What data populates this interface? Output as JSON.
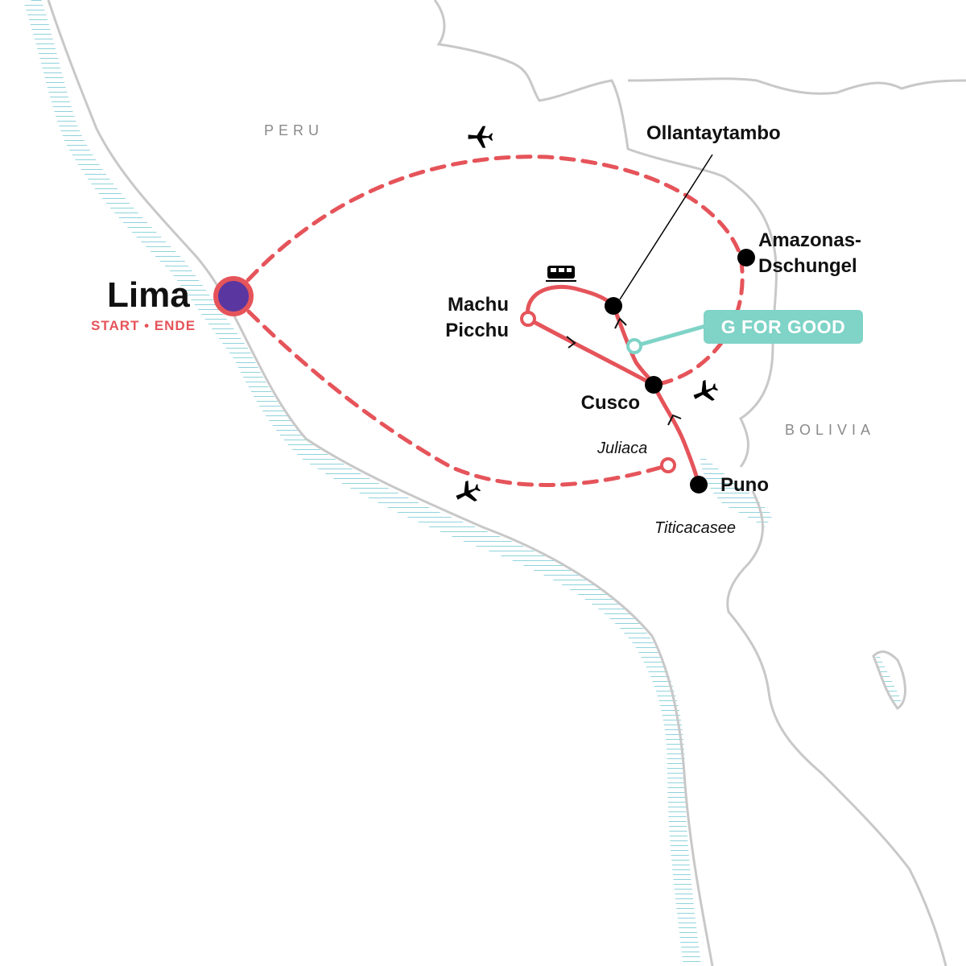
{
  "map": {
    "countries": {
      "peru": "PERU",
      "bolivia": "BOLIVIA"
    },
    "places": {
      "lima": "Lima",
      "start_end": "START • ENDE",
      "ollantaytambo": "Ollantaytambo",
      "amazon_line1": "Amazonas-",
      "amazon_line2": "Dschungel",
      "machu_line1": "Machu",
      "machu_line2": "Picchu",
      "cusco": "Cusco",
      "puno": "Puno",
      "juliaca": "Juliaca",
      "titicaca": "Titicacasee"
    },
    "badge": "G FOR GOOD",
    "icons": [
      "plane-icon",
      "train-icon",
      "chevron-icon"
    ],
    "colors": {
      "route": "#e5545a",
      "start_dot": "#5a36a0",
      "stop_dot": "#000000",
      "badge": "#7fd3c7",
      "border": "#c8c8c8",
      "water": "#8fd3dc"
    }
  }
}
